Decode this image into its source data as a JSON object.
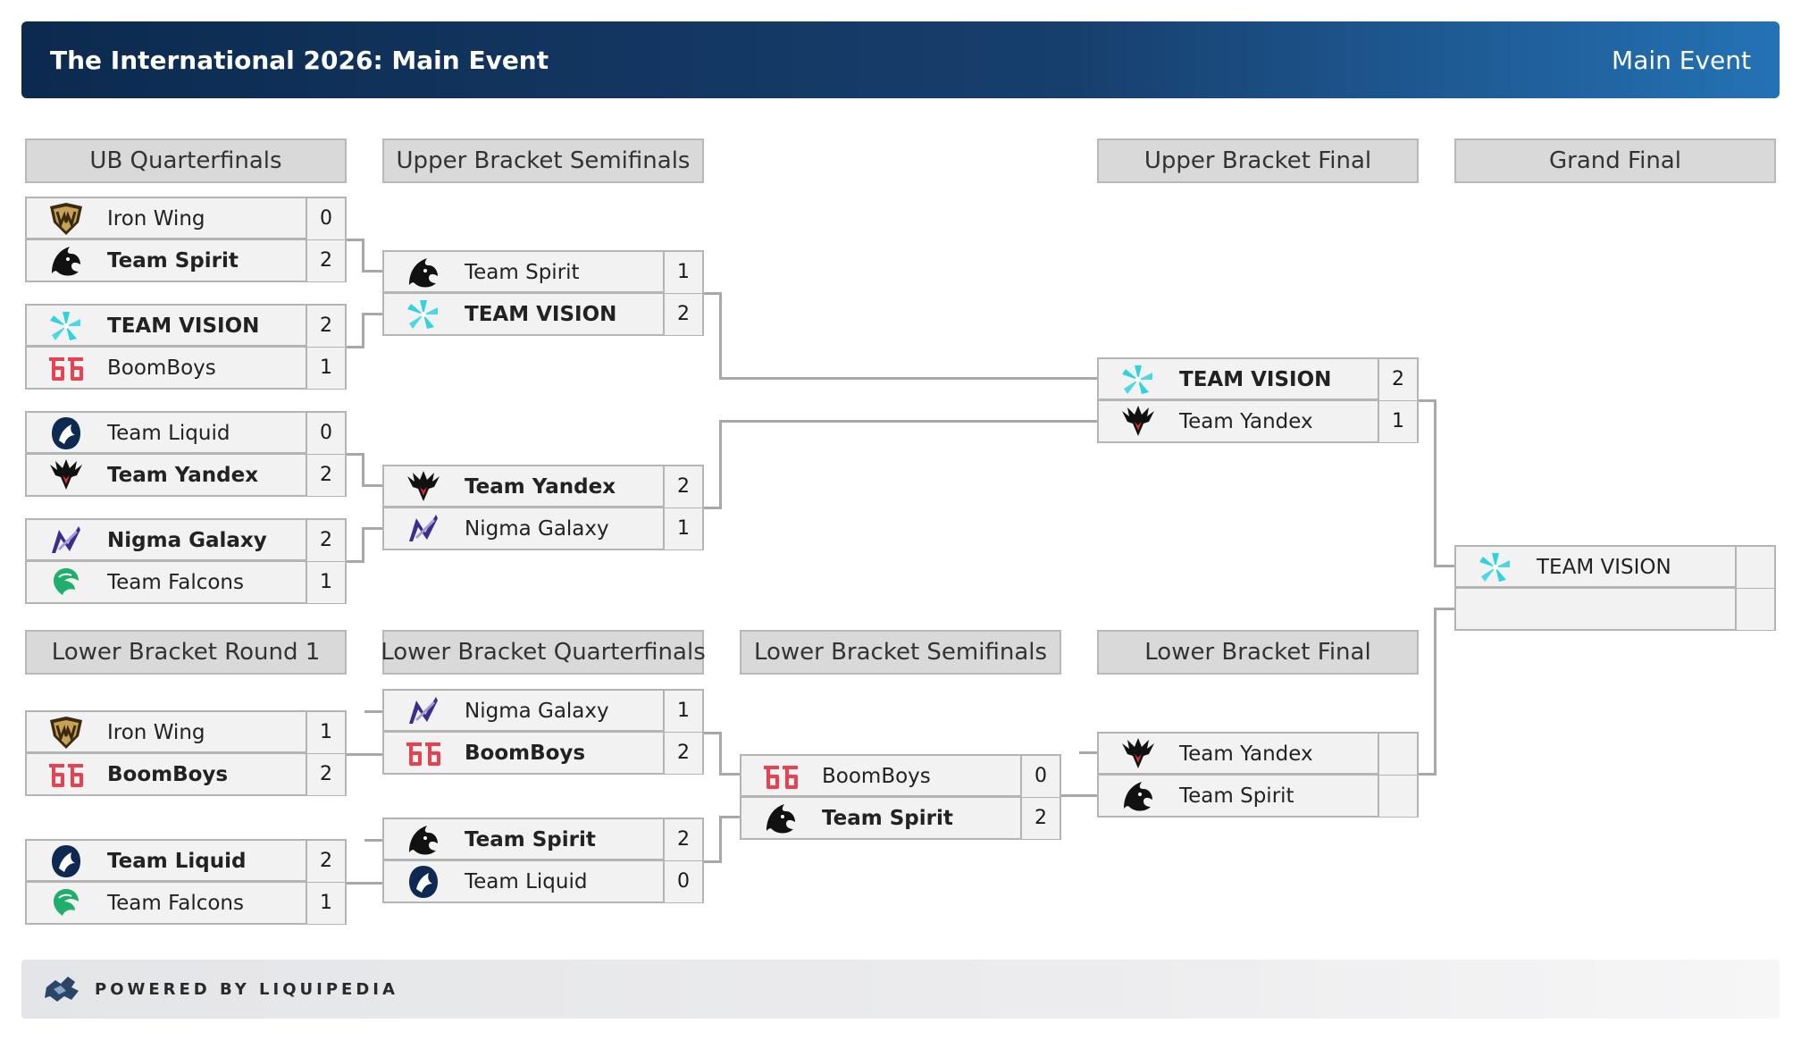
{
  "header": {
    "title": "The International 2026: Main Event",
    "right_label": "Main Event"
  },
  "rounds": {
    "ub_qf": "UB Quarterfinals",
    "ub_sf": "Upper Bracket Semifinals",
    "ub_f": "Upper Bracket Final",
    "gf": "Grand Final",
    "lb_r1": "Lower Bracket Round 1",
    "lb_qf": "Lower Bracket Quarterfinals",
    "lb_sf": "Lower Bracket Semifinals",
    "lb_f": "Lower Bracket Final"
  },
  "colors": {
    "header_dark": "#0c2a4e",
    "header_light": "#2472b4",
    "row_bg": "#f2f2f2",
    "vision_cyan": "#2fd3e0",
    "boomboys_red": "#e8414f"
  },
  "matches": {
    "ubqf1": {
      "top": {
        "team": "Iron Wing",
        "score": "0",
        "logo": "iron-wing-icon"
      },
      "bottom": {
        "team": "Team Spirit",
        "score": "2",
        "logo": "team-spirit-icon"
      },
      "winner": "bottom"
    },
    "ubqf2": {
      "top": {
        "team": "TEAM VISION",
        "score": "2",
        "logo": "team-vision-icon"
      },
      "bottom": {
        "team": "BoomBoys",
        "score": "1",
        "logo": "boomboys-icon"
      },
      "winner": "top"
    },
    "ubqf3": {
      "top": {
        "team": "Team Liquid",
        "score": "0",
        "logo": "team-liquid-icon"
      },
      "bottom": {
        "team": "Team Yandex",
        "score": "2",
        "logo": "team-yandex-icon"
      },
      "winner": "bottom"
    },
    "ubqf4": {
      "top": {
        "team": "Nigma Galaxy",
        "score": "2",
        "logo": "nigma-galaxy-icon"
      },
      "bottom": {
        "team": "Team Falcons",
        "score": "1",
        "logo": "team-falcons-icon"
      },
      "winner": "top"
    },
    "ubsf1": {
      "top": {
        "team": "Team Spirit",
        "score": "1",
        "logo": "team-spirit-icon"
      },
      "bottom": {
        "team": "TEAM VISION",
        "score": "2",
        "logo": "team-vision-icon"
      },
      "winner": "bottom"
    },
    "ubsf2": {
      "top": {
        "team": "Team Yandex",
        "score": "2",
        "logo": "team-yandex-icon"
      },
      "bottom": {
        "team": "Nigma Galaxy",
        "score": "1",
        "logo": "nigma-galaxy-icon"
      },
      "winner": "top"
    },
    "ubf": {
      "top": {
        "team": "TEAM VISION",
        "score": "2",
        "logo": "team-vision-icon"
      },
      "bottom": {
        "team": "Team Yandex",
        "score": "1",
        "logo": "team-yandex-icon"
      },
      "winner": "top"
    },
    "gf": {
      "top": {
        "team": "TEAM VISION",
        "score": "",
        "logo": "team-vision-icon"
      },
      "bottom": {
        "team": "",
        "score": "",
        "logo": ""
      },
      "winner": "none"
    },
    "lbr1a": {
      "top": {
        "team": "Iron Wing",
        "score": "1",
        "logo": "iron-wing-icon"
      },
      "bottom": {
        "team": "BoomBoys",
        "score": "2",
        "logo": "boomboys-icon"
      },
      "winner": "bottom"
    },
    "lbr1b": {
      "top": {
        "team": "Team Liquid",
        "score": "2",
        "logo": "team-liquid-icon"
      },
      "bottom": {
        "team": "Team Falcons",
        "score": "1",
        "logo": "team-falcons-icon"
      },
      "winner": "top"
    },
    "lbqf1": {
      "top": {
        "team": "Nigma Galaxy",
        "score": "1",
        "logo": "nigma-galaxy-icon"
      },
      "bottom": {
        "team": "BoomBoys",
        "score": "2",
        "logo": "boomboys-icon"
      },
      "winner": "bottom"
    },
    "lbqf2": {
      "top": {
        "team": "Team Spirit",
        "score": "2",
        "logo": "team-spirit-icon"
      },
      "bottom": {
        "team": "Team Liquid",
        "score": "0",
        "logo": "team-liquid-icon"
      },
      "winner": "top"
    },
    "lbsf": {
      "top": {
        "team": "BoomBoys",
        "score": "0",
        "logo": "boomboys-icon"
      },
      "bottom": {
        "team": "Team Spirit",
        "score": "2",
        "logo": "team-spirit-icon"
      },
      "winner": "bottom"
    },
    "lbf": {
      "top": {
        "team": "Team Yandex",
        "score": "",
        "logo": "team-yandex-icon"
      },
      "bottom": {
        "team": "Team Spirit",
        "score": "",
        "logo": "team-spirit-icon"
      },
      "winner": "none"
    }
  },
  "footer": {
    "powered_by": "POWERED BY LIQUIPEDIA"
  }
}
